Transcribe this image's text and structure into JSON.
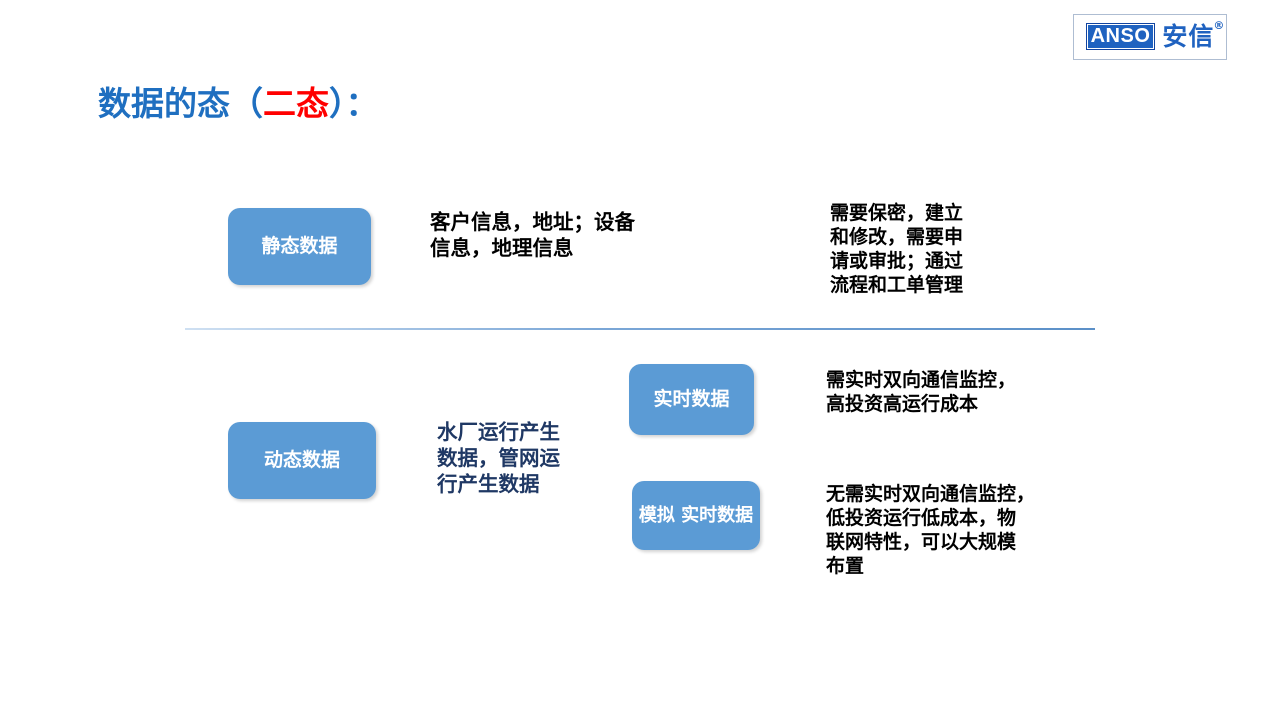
{
  "logo": {
    "mark_text": "ANSO",
    "brand_text": "安信",
    "registered_mark": "®",
    "brand_color": "#1f62c0"
  },
  "title": {
    "lead": "数据的态（",
    "accent": "二态",
    "trail": "）：",
    "color": "#1f6fc0",
    "accent_color": "#ff0000"
  },
  "colors": {
    "pill_fill": "#5b9bd5",
    "pill_text": "#ffffff",
    "body_text": "#000000",
    "navy_text": "#1f3864",
    "divider": "#7ba7d7"
  },
  "rows": [
    {
      "pill_label": "静态数据",
      "description": "客户信息，地址；设备\n信息，地理信息",
      "note": "需要保密，建立\n和修改，需要申\n请或审批；通过\n流程和工单管理"
    },
    {
      "pill_label": "动态数据",
      "description": "水厂运行产生\n数据，管网运\n行产生数据",
      "children": [
        {
          "pill_label": "实时数据",
          "note": "需实时双向通信监控，\n高投资高运行成本"
        },
        {
          "pill_label": "模拟\n实时数据",
          "note": "无需实时双向通信监控，\n低投资运行低成本，物\n联网特性，可以大规模\n布置"
        }
      ]
    }
  ]
}
